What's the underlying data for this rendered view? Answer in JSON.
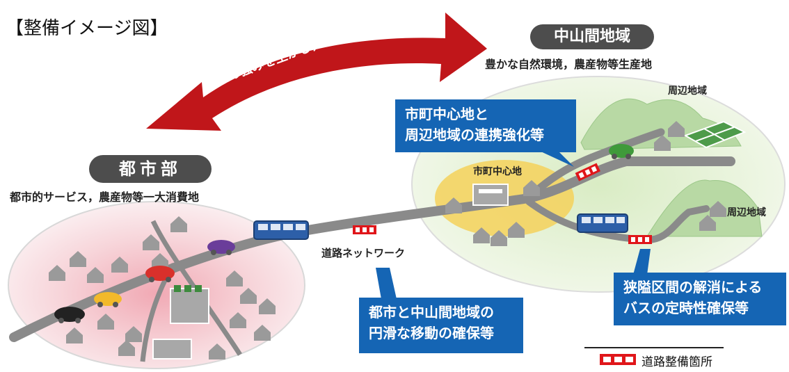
{
  "title": "【整備イメージ図】",
  "arrow_text": "相互の強みを生かし，支え合う",
  "city": {
    "name": "都市部",
    "description": "都市的サービス，農産物等一大消費地"
  },
  "mountain": {
    "name": "中山間地域",
    "description": "豊かな自然環境，農産物等生産地"
  },
  "labels": {
    "town_center": "市町中心地",
    "peripheral_top": "周辺地域",
    "peripheral_right": "周辺地域",
    "road_network": "道路ネットワーク"
  },
  "callouts": {
    "link_strengthen": [
      "市町中心地と",
      "周辺地域の連携強化等"
    ],
    "smooth_movement": [
      "都市と中山間地域の",
      "円滑な移動の確保等"
    ],
    "narrow_section": [
      "狭隘区間の解消による",
      "バスの定時性確保等"
    ]
  },
  "legend": {
    "text": "道路整備箇所"
  },
  "colors": {
    "arrow_red": "#c0161a",
    "callout_blue": "#1565b4",
    "road_gray": "#8a8a8a",
    "city_pink": "#f4c9cf",
    "mountain_green": "#e6f2d5",
    "center_yellow": "#f5d15a",
    "pill_gray": "#4d4d4d"
  }
}
